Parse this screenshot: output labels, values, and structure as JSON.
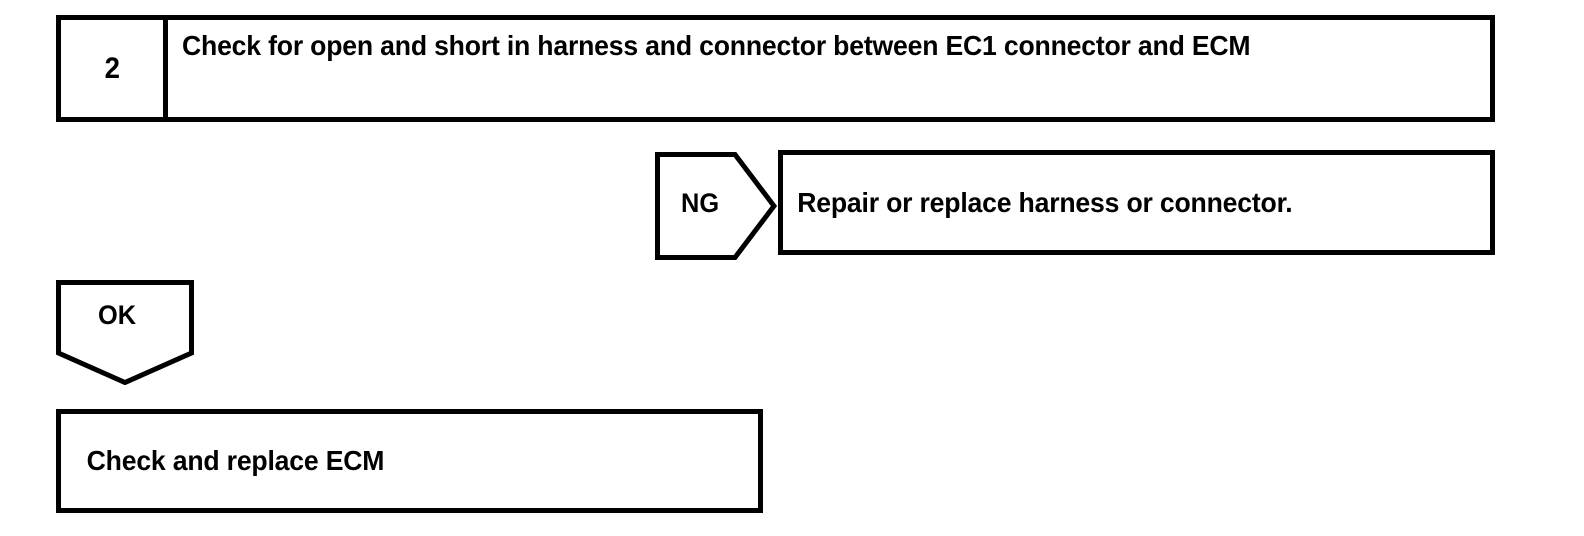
{
  "diagram": {
    "type": "troubleshooting-flowchart",
    "line_color": "#000000",
    "fill_color": "#ffffff",
    "step": {
      "number": "2",
      "instruction": "Check for open and short in harness and connector between EC1 connector and ECM"
    },
    "branches": {
      "ng": {
        "label": "NG",
        "arrow_direction": "right",
        "result": "Repair or replace harness or connector."
      },
      "ok": {
        "label": "OK",
        "arrow_direction": "down"
      }
    },
    "final_action": {
      "text": "Check and replace ECM"
    }
  }
}
